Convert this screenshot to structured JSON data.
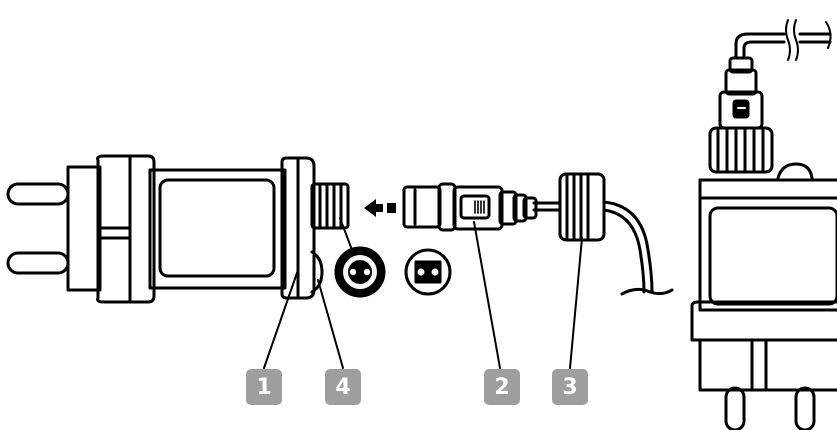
{
  "colors": {
    "line": "#000000",
    "badge_bg": "#9e9e9e",
    "badge_text": "#ffffff"
  },
  "callouts": [
    {
      "label": "1"
    },
    {
      "label": "4"
    },
    {
      "label": "2"
    },
    {
      "label": "3"
    }
  ]
}
